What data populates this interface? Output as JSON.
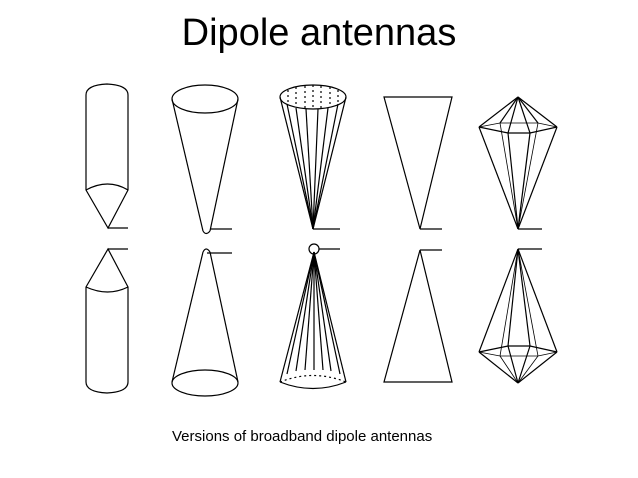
{
  "slide": {
    "title": "Dipole antennas",
    "caption": "Versions of broadband dipole antennas"
  },
  "figures": [
    "cylindrical-dipole",
    "conical-dipole",
    "wire-cage-biconical-dipole",
    "triangular-bowtie-dipole",
    "biconical-cage-dipole"
  ]
}
